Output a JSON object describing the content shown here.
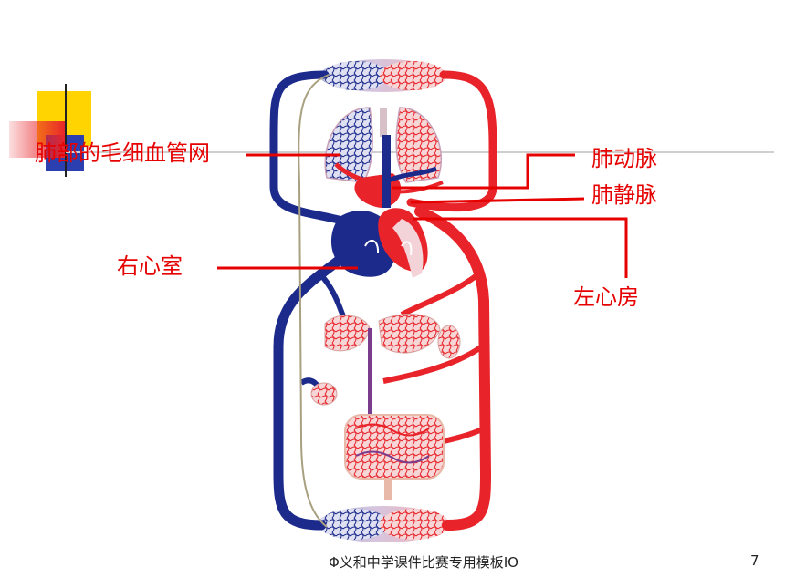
{
  "labels": {
    "pulmonary_capillaries": "肺部的毛细血管网",
    "pulmonary_artery": "肺动脉",
    "pulmonary_vein": "肺静脉",
    "right_ventricle": "右心室",
    "left_atrium": "左心房"
  },
  "footer": {
    "caption": "Φ义和中学课件比赛专用模板Ю",
    "page_number": "7"
  },
  "colors": {
    "artery_red": "#e8242a",
    "vein_blue": "#1c2a8c",
    "label_red": "#e60000",
    "deco_yellow": "#ffd400",
    "deco_blue": "#2b3fb0",
    "deco_red": "#e8242a"
  }
}
